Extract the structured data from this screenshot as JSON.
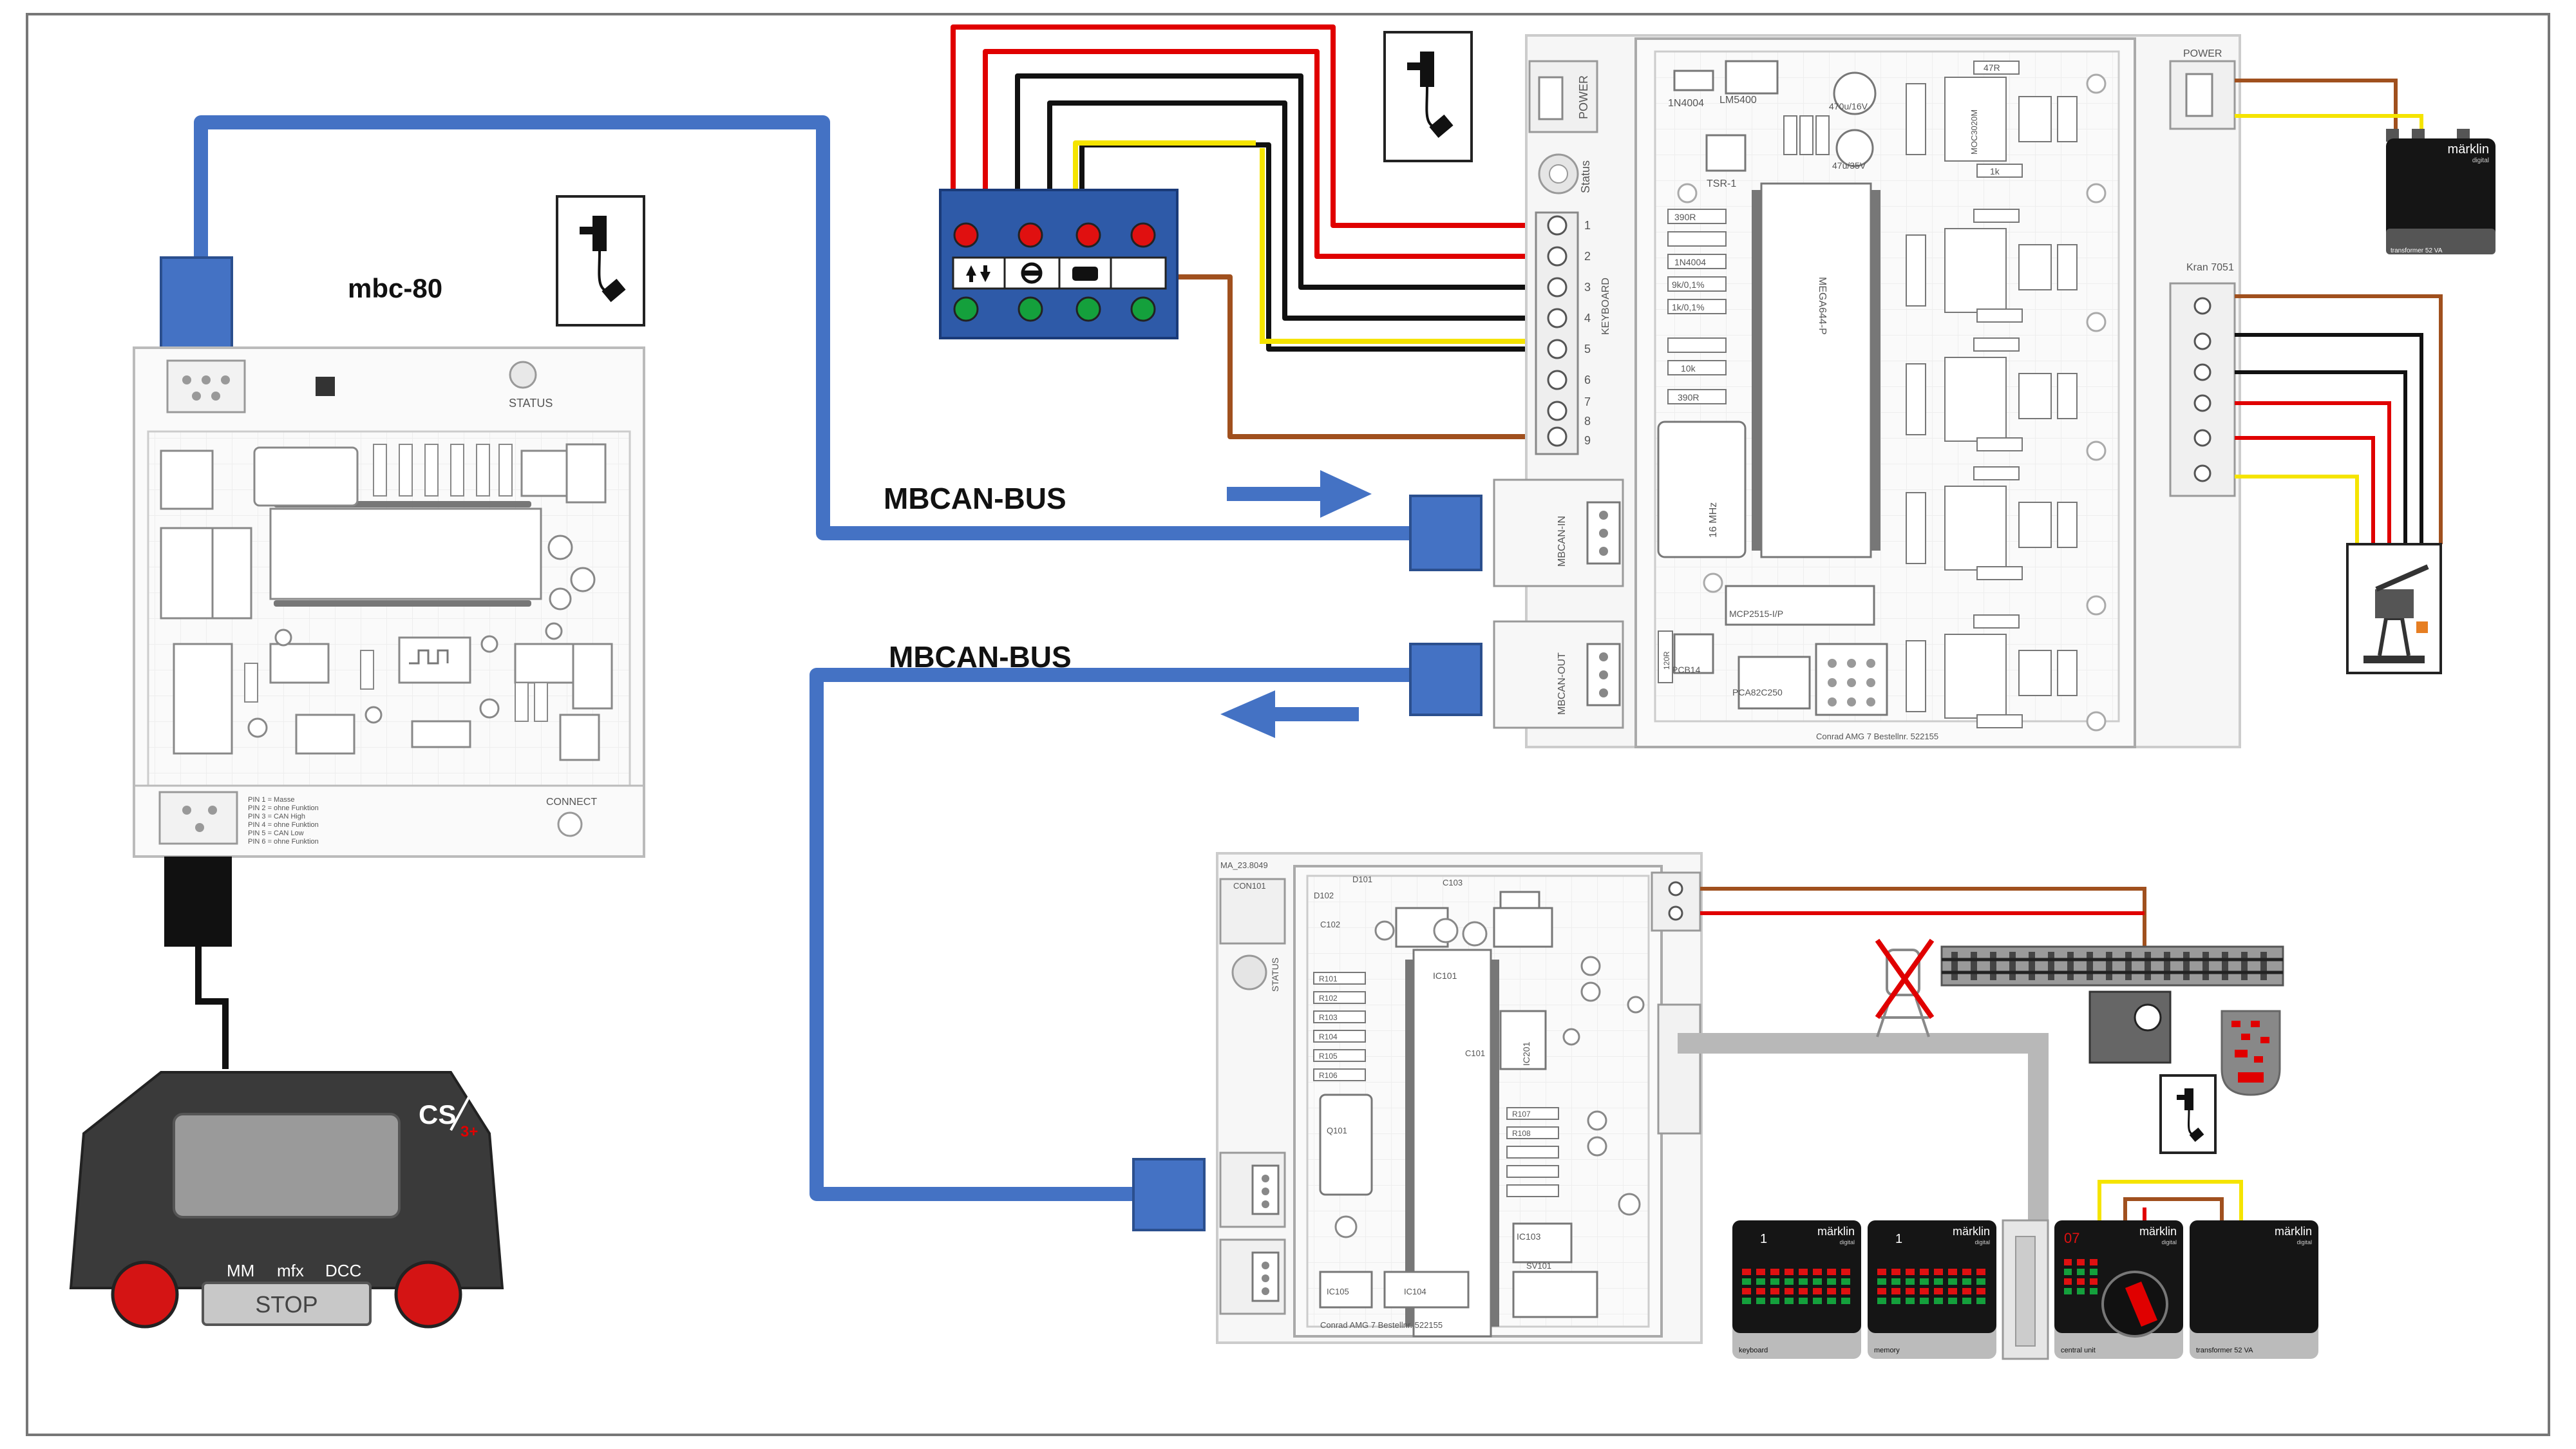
{
  "labels": {
    "mbc80": "mbc-80",
    "bus_in": "MBCAN-BUS",
    "bus_out": "MBCAN-BUS"
  },
  "mbc80_board": {
    "status": "STATUS",
    "connect": "CONNECT",
    "pin_notes": [
      "PIN 1 = Masse",
      "PIN 2 = ohne Funktion",
      "PIN 3 = CAN High",
      "PIN 4 = ohne Funktion",
      "PIN 5 = CAN Low",
      "PIN 6 = ohne Funktion"
    ]
  },
  "cs3": {
    "logo": "CS",
    "logo_sup": "3+",
    "mm": "MM",
    "mfx": "mfx",
    "dcc": "DCC",
    "stop": "STOP"
  },
  "keyboard_board": {
    "power": "POWER",
    "status": "Status",
    "keyboard": "KEYBOARD",
    "pins": [
      "1",
      "2",
      "3",
      "4",
      "5",
      "6",
      "7",
      "8",
      "9"
    ],
    "mbcan_in": "MBCAN-IN",
    "mbcan_out": "MBCAN-OUT",
    "parts": [
      "1N4004",
      "LM5400",
      "TSR-1",
      "470u/16V",
      "47u/35V",
      "390R",
      "1N4004",
      "9k/0,1%",
      "1k/0,1%",
      "10k",
      "390R",
      "16 MHz",
      "MEGA644-P",
      "MCP2515-I/P",
      "PCA82C250",
      "PCB14",
      "120R",
      "47R",
      "1k",
      "MOC3020M",
      "Conrad AMG 7 Bestellnr. 522155"
    ]
  },
  "decoder_board": {
    "header": "MA_23.8049",
    "status": "STATUS",
    "parts": [
      "CON101",
      "IC101",
      "IC201",
      "IC103",
      "IC104",
      "IC105",
      "SV101",
      "Q101",
      "D101",
      "D102",
      "C101",
      "C102",
      "C103",
      "R101",
      "R102",
      "R103",
      "R104",
      "R105",
      "R106",
      "R107",
      "R108"
    ],
    "footer": "Conrad AMG 7 Bestellnr. 522155"
  },
  "right_side": {
    "power_label": "POWER",
    "kran_label": "Kran 7051"
  },
  "marklin": {
    "brand": "märklin",
    "digital": "digital",
    "transformer_top": "transformer 52 VA",
    "modules": [
      {
        "number": "1",
        "caption": "keyboard"
      },
      {
        "number": "1",
        "caption": "memory"
      },
      {
        "number": "07",
        "caption": "central unit"
      },
      {
        "number": "",
        "caption": "transformer 52 VA"
      }
    ]
  },
  "colors": {
    "bus": "#4472c4",
    "red_wire": "#e00000",
    "black_wire": "#111111",
    "yellow_wire": "#f5e400",
    "brown_wire": "#a0501e",
    "panel_blue": "#2e5aa8",
    "panel_red": "#e01010",
    "panel_green": "#14a03c"
  }
}
